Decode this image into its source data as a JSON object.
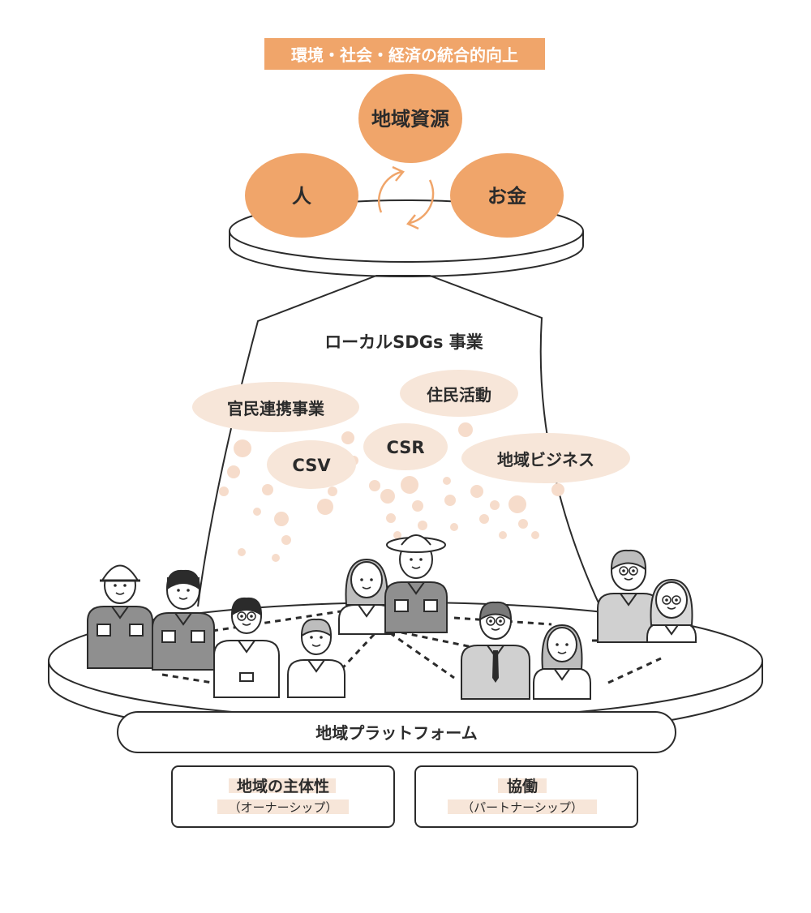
{
  "colors": {
    "accent": "#f0a56a",
    "accent_text": "#ffffff",
    "bubble": "#f7e6d9",
    "dot": "#f6dccb",
    "line": "#2b2b2b",
    "shirt_gray": "#8f8f8f",
    "skin": "#ffffff"
  },
  "goal_banner": "環境・社会・経済の統合的向上",
  "cycle": {
    "resource": "地域資源",
    "people": "人",
    "money": "お金"
  },
  "arrow_label": "ローカルSDGs 事業",
  "activities": [
    {
      "label": "官民連携事業"
    },
    {
      "label": "住民活動"
    },
    {
      "label": "CSR"
    },
    {
      "label": "CSV"
    },
    {
      "label": "地域ビジネス"
    }
  ],
  "platform_label": "地域プラットフォーム",
  "principles": [
    {
      "title": "地域の主体性",
      "subtitle": "（オーナーシップ）"
    },
    {
      "title": "協働",
      "subtitle": "（パートナーシップ）"
    }
  ],
  "icons": [
    "cycle-arrows-icon",
    "worker-icon",
    "farmer-icon",
    "office-worker-icon",
    "elderly-icon"
  ]
}
